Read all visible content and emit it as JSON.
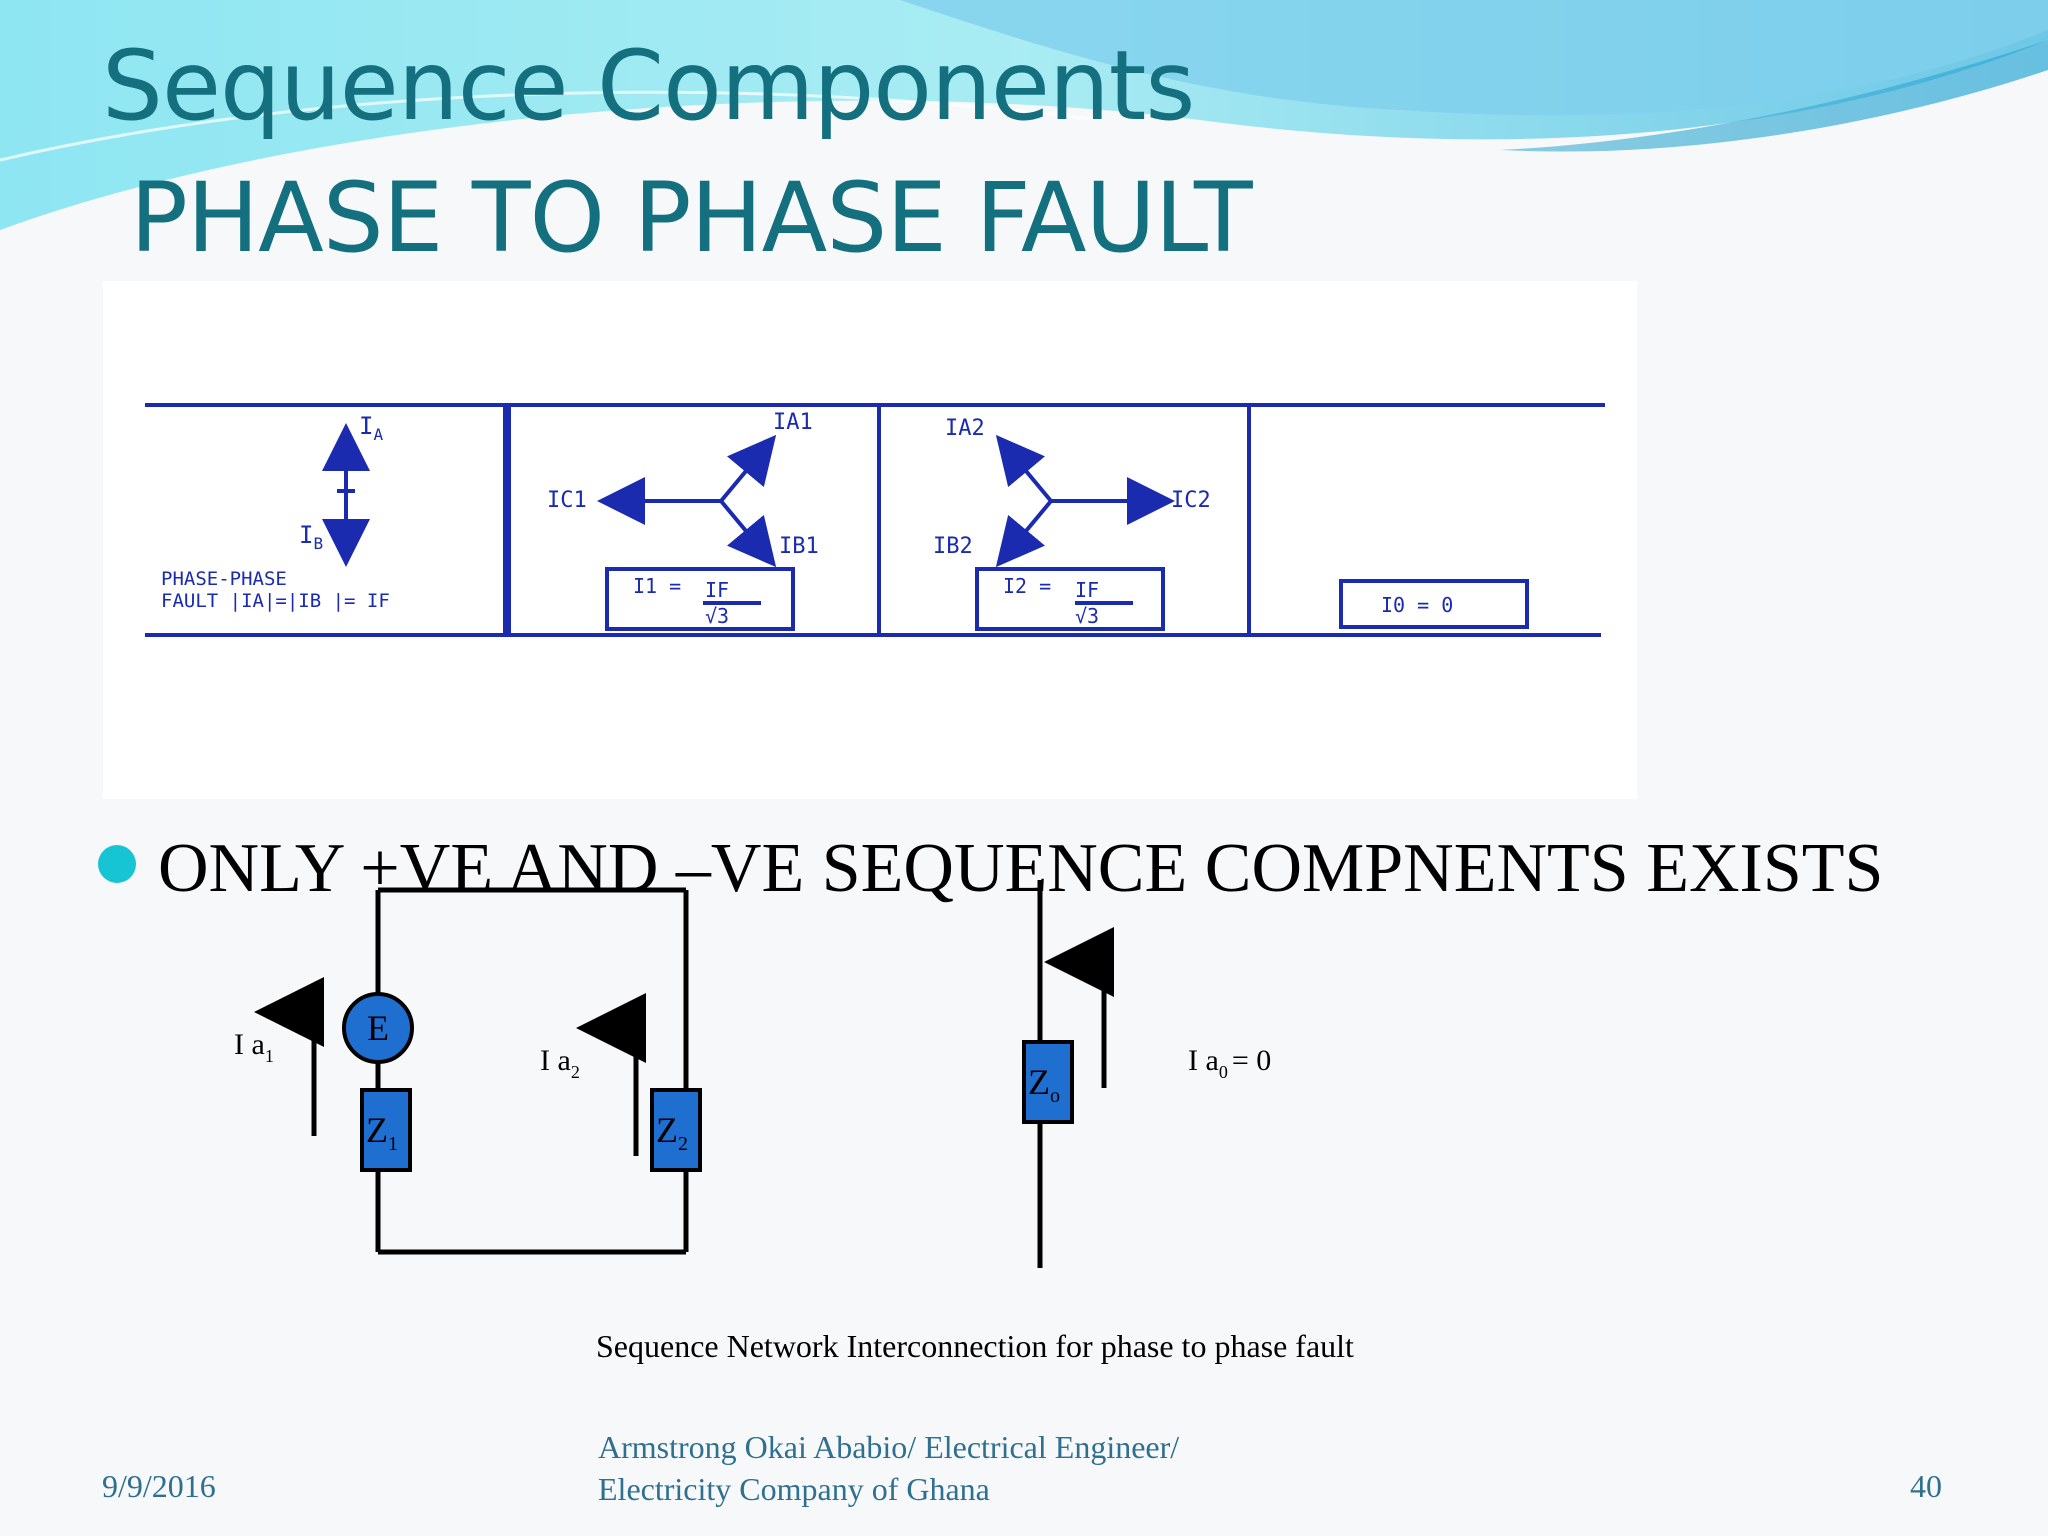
{
  "slide": {
    "title": "Sequence Components",
    "subtitle": "PHASE TO PHASE FAULT",
    "bullet": "ONLY +VE AND –VE SEQUENCE COMPNENTS EXISTS",
    "caption": "Sequence Network Interconnection for phase to phase fault",
    "footer": {
      "date": "9/9/2016",
      "author_line1": "Armstrong Okai Ababio/  Electrical Engineer/",
      "author_line2": "Electricity Company of Ghana",
      "page": "40"
    }
  },
  "phasor_diagram": {
    "panel1": {
      "ia": "I",
      "ia_sub": "A",
      "ib": "I",
      "ib_sub": "B",
      "note_line1": "PHASE-PHASE",
      "note_line2": "FAULT |IA|=|IB |= IF"
    },
    "panel2": {
      "ia1": "IA1",
      "ib1": "IB1",
      "ic1": "IC1",
      "box_lhs": "I1 =",
      "box_num": "IF",
      "box_den": "√3"
    },
    "panel3": {
      "ia2": "IA2",
      "ib2": "IB2",
      "ic2": "IC2",
      "box_lhs": "I2 =",
      "box_num": "IF",
      "box_den": "√3"
    },
    "panel4": {
      "box": "I0 = 0"
    }
  },
  "network": {
    "source_label": "E",
    "z1": "Z",
    "z1_sub": "1",
    "z2": "Z",
    "z2_sub": "2",
    "z0": "Z",
    "z0_sub": "o",
    "ia1": "I a",
    "ia1_sub": "1",
    "ia2": "I a",
    "ia2_sub": "2",
    "ia0": "I a",
    "ia0_sub": "0",
    "ia0_eq": "= 0"
  },
  "colors": {
    "title": "#14707f",
    "diagram_blue": "#1a2bb0",
    "component_fill": "#1e6fd0",
    "footer": "#2f6f8f",
    "bullet": "#17c4d4"
  }
}
